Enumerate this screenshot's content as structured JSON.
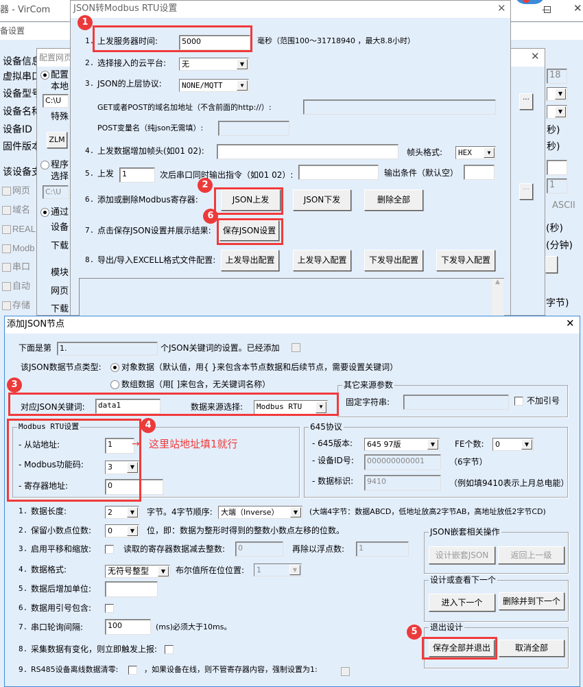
{
  "main": {
    "title": "器 - VirCom",
    "subtitle": "备设置",
    "labels": [
      "设备信息",
      "虚拟串口",
      "设备型号",
      "设备名称",
      "设备ID",
      "固件版本",
      "该设备支"
    ],
    "checks": [
      {
        "label": "网页",
        "checked": false
      },
      {
        "label": "域名",
        "checked": true
      },
      {
        "label": "REAL",
        "checked": true
      },
      {
        "label": "Modb",
        "checked": true
      },
      {
        "label": "串口",
        "checked": true
      },
      {
        "label": "自动",
        "checked": true
      },
      {
        "label": "存储",
        "checked": false
      }
    ],
    "right": {
      "v18": "18",
      "sec1": "秒)",
      "sec2": "秒)",
      "one": "1",
      "ascii": "ASCII",
      "sec3": "(秒)",
      "min": "(分钟)",
      "bytes": "字节)"
    }
  },
  "config": {
    "title": "配置网页",
    "r1": "配置",
    "l1": "本地",
    "p1": "C:\\U",
    "l2": "特殊",
    "zlm": "ZLM",
    "r2": "程序",
    "l3": "选择",
    "p2": "C:\\U",
    "r3": "通过",
    "l4": "设备",
    "l5": "下载",
    "l6": "模块",
    "l7": "网页",
    "l8": "下载",
    "dots": "..."
  },
  "json_dialog": {
    "title": "JSON转Modbus RTU设置",
    "row1": {
      "num": "1.",
      "label": "上发服务器时间:",
      "value": "5000",
      "note": "毫秒（范围100～31718940 ，最大8.8小时）"
    },
    "row2": {
      "num": "2.",
      "label": "选择接入的云平台:",
      "value": "无"
    },
    "row3": {
      "num": "3.",
      "label": "JSON的上层协议:",
      "value": "NONE/MQTT"
    },
    "get_label": "GET或者POST的域名加地址（不含前面的http://）:",
    "post_label": "POST变量名（纯json无需填）:",
    "row4": {
      "num": "4.",
      "label": "上发数据增加帧头(如01 02):",
      "fmt_label": "帧头格式:",
      "fmt": "HEX"
    },
    "row5": {
      "num": "5.",
      "label": "上发",
      "value": "1",
      "label2": "次后串口同时输出指令（如01 02）:",
      "cond": "输出条件（默认空）"
    },
    "row6": {
      "num": "6.",
      "label": "添加或删除Modbus寄存器:",
      "b1": "JSON上发",
      "b2": "JSON下发",
      "b3": "删除全部"
    },
    "row7": {
      "num": "7.",
      "label": "点击保存JSON设置并展示结果:",
      "b1": "保存JSON设置"
    },
    "row8": {
      "num": "8.",
      "label": "导出/导入EXCELL格式文件配置:",
      "b1": "上发导出配置",
      "b2": "上发导入配置",
      "b3": "下发导出配置",
      "b4": "下发导入配置"
    }
  },
  "node_dialog": {
    "title": "添加JSON节点",
    "index_label": "下面是第",
    "index": "1.",
    "index_suffix": "个JSON关键词的设置。已经添加",
    "type_label": "该JSON数据节点类型:",
    "type_obj": "对象数据（默认值，用{ }来包含本节点数据和后续节点，需要设置关键词）",
    "type_arr": "数组数据（用[ ]来包含，无关键词名称）",
    "key_label": "对应JSON关键词:",
    "key": "data1",
    "src_label": "数据来源选择:",
    "src": "Modbus RTU",
    "other": {
      "title": "其它来源参数",
      "fixed_label": "固定字符串:",
      "noquote": "不加引号"
    },
    "modbus": {
      "title": "Modbus RTU设置",
      "slave_label": "- 从站地址:",
      "slave": "1",
      "func_label": "- Modbus功能码:",
      "func": "3",
      "reg_label": "- 寄存器地址:",
      "reg": "0"
    },
    "annotation": "这里站地址填1就行",
    "p645": {
      "title": "645协议",
      "ver_label": "- 645版本:",
      "ver": "645 97版",
      "fe_label": "FE个数:",
      "fe": "0",
      "id_label": "- 设备ID号:",
      "id": "000000000001",
      "id_note": "（6字节）",
      "di_label": "- 数据标识:",
      "di": "9410",
      "di_note": "（例如填9410表示上月总电能）"
    },
    "r1": {
      "num": "1.",
      "label": "数据长度:",
      "value": "2",
      "t1": "字节。4字节顺序:",
      "order": "大端（Inverse）",
      "note": "(大端4字节：数据ABCD，低地址放高2字节AB，高地址放低2字节CD)"
    },
    "r2": {
      "num": "2.",
      "label": "保留小数点位数:",
      "value": "0",
      "note": "位，即：数据为整形时得到的整数小数点左移的位数。"
    },
    "r3": {
      "num": "3.",
      "label": "启用平移和缩放:",
      "sub_label": "读取的寄存器数据减去整数:",
      "sub": "0",
      "div_label": "再除以浮点数:",
      "div": "1"
    },
    "r4": {
      "num": "4.",
      "label": "数据格式:",
      "value": "无符号整型",
      "bool_label": "布尔值所在位位置:",
      "bool": "1"
    },
    "r5": {
      "num": "5.",
      "label": "数据后增加单位:"
    },
    "r6": {
      "num": "6.",
      "label": "数据用引号包含:"
    },
    "r7": {
      "num": "7.",
      "label": "串口轮询间隔:",
      "value": "100",
      "note": "(ms)必须大于10ms。"
    },
    "r8": {
      "num": "8.",
      "label": "采集数据有变化，则立即触发上报:"
    },
    "r9": {
      "num": "9.",
      "label": "RS485设备离线数据清零:",
      "note": "，如果设备在线，则不管寄存器内容，强制设置为1:"
    },
    "nest": {
      "title": "JSON嵌套相关操作",
      "b1": "设计嵌套JSON",
      "b2": "返回上一级"
    },
    "next": {
      "title": "设计或查看下一个",
      "b1": "进入下一个",
      "b2": "删除并到下一个"
    },
    "exit": {
      "title": "退出设计",
      "b1": "保存全部并退出",
      "b2": "取消全部"
    }
  },
  "badges": [
    "1",
    "2",
    "3",
    "4",
    "5",
    "6"
  ],
  "colors": {
    "dialog_bg": "#e3eefb",
    "highlight": "#f03a3a"
  }
}
